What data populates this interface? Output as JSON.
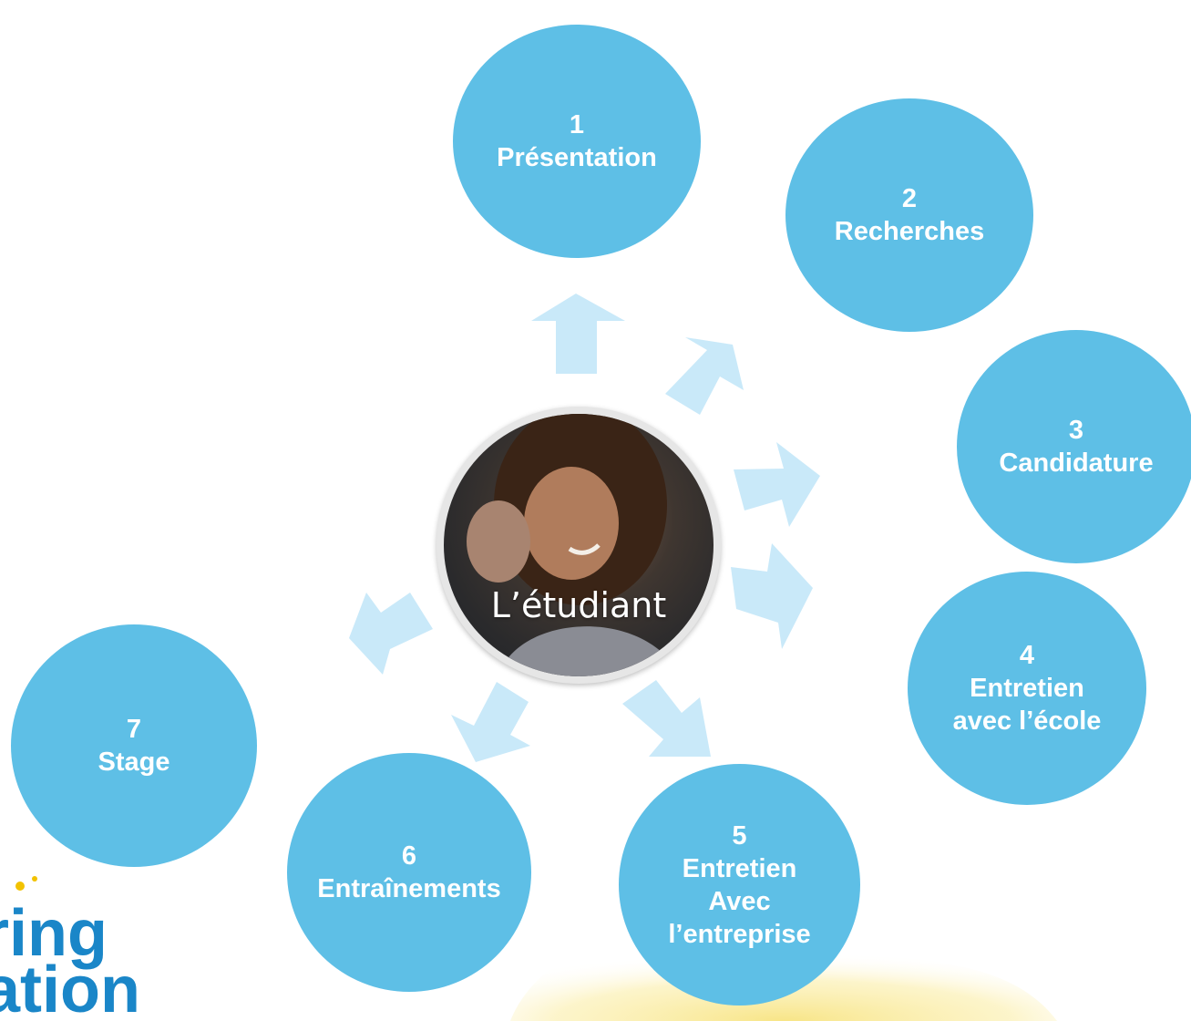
{
  "center": {
    "label": "L’étudiant"
  },
  "steps": [
    {
      "number": "1",
      "lines": [
        "Présentation"
      ]
    },
    {
      "number": "2",
      "lines": [
        "Recherches"
      ]
    },
    {
      "number": "3",
      "lines": [
        "Candidature"
      ]
    },
    {
      "number": "4",
      "lines": [
        "Entretien",
        "avec l’école"
      ]
    },
    {
      "number": "5",
      "lines": [
        "Entretien",
        "Avec",
        "l’entreprise"
      ]
    },
    {
      "number": "6",
      "lines": [
        "Entraînements"
      ]
    },
    {
      "number": "7",
      "lines": [
        "Stage"
      ]
    }
  ],
  "logo": {
    "line1": "ring",
    "line2": "ation"
  },
  "colors": {
    "bubble": "#5ebfe6",
    "arrow": "#c9e9f9",
    "logo_blue": "#1a86c8",
    "logo_yellow": "#f2c200"
  }
}
